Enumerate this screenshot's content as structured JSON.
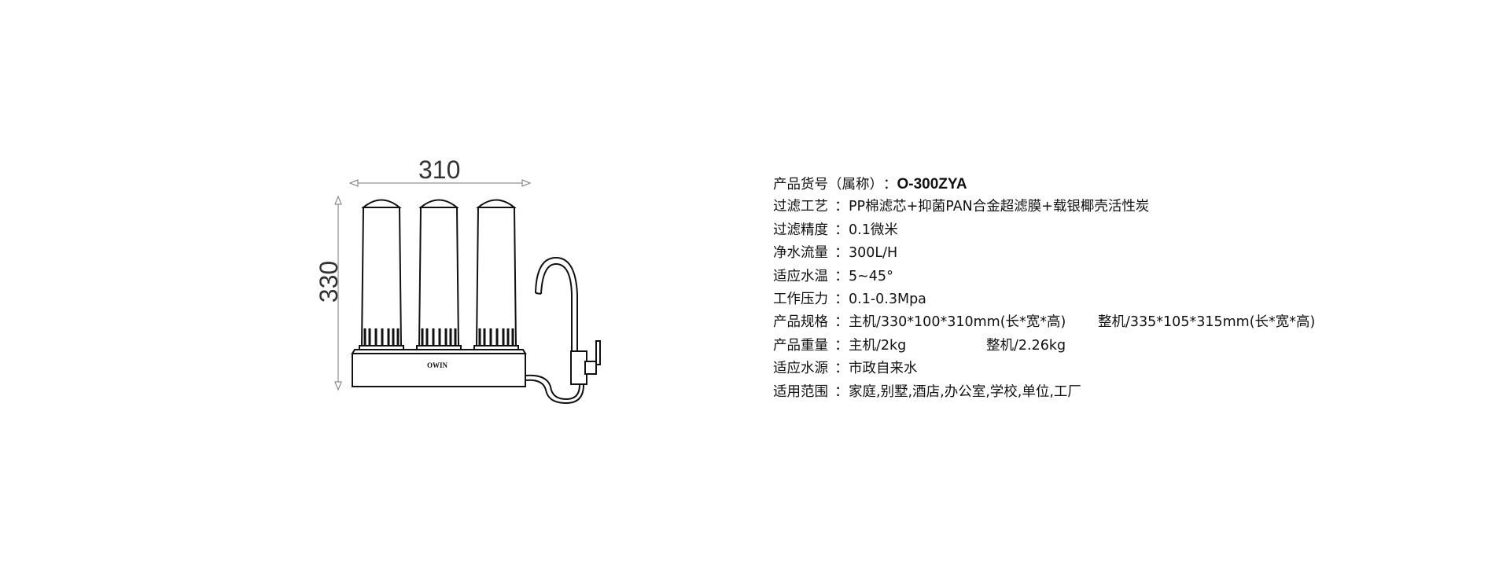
{
  "drawing": {
    "width_label": "310",
    "height_label": "330",
    "brand_logo": "OWIN"
  },
  "specs": {
    "model": {
      "label": "产品货号（属称）",
      "colon": "：",
      "value": "O-300ZYA"
    },
    "rows": [
      {
        "label": "过滤工艺",
        "colon": "：",
        "value": "PP棉滤芯+抑菌PAN合金超滤膜+载银椰壳活性炭"
      },
      {
        "label": "过滤精度",
        "colon": "：",
        "value": "0.1微米"
      },
      {
        "label": "净水流量",
        "colon": "：",
        "value": "300L/H"
      },
      {
        "label": "适应水温",
        "colon": "：",
        "value": "5~45°"
      },
      {
        "label": "工作压力",
        "colon": "：",
        "value": "0.1-0.3Mpa"
      },
      {
        "label": "产品规格",
        "colon": "：",
        "value": "主机/330*100*310mm(长*宽*高)",
        "value2": "整机/335*105*315mm(长*宽*高)"
      },
      {
        "label": "产品重量",
        "colon": "：",
        "value": "主机/2kg",
        "value2": "整机/2.26kg"
      },
      {
        "label": "适应水源",
        "colon": "：",
        "value": "市政自来水"
      },
      {
        "label": "适用范围",
        "colon": "：",
        "value": "家庭,别墅,酒店,办公室,学校,单位,工厂"
      }
    ]
  }
}
